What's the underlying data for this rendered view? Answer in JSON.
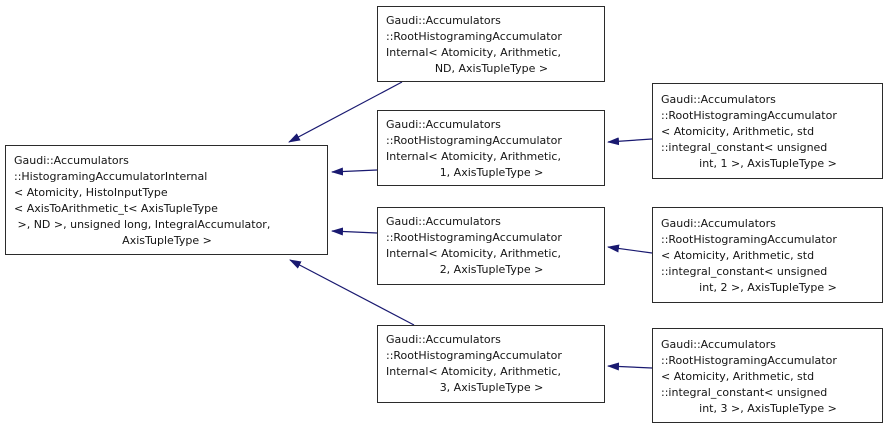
{
  "diagram": {
    "type": "class-inheritance-graph",
    "background_color": "#ffffff",
    "edge_color": "#191970",
    "node_border_color": "#2b2b2b",
    "node_fill_color": "#ffffff",
    "node_text_color": "#141414",
    "nodes": [
      {
        "id": "histograming-accumulator-internal-base",
        "lines": [
          "Gaudi::Accumulators",
          "::HistogramingAccumulatorInternal",
          "< Atomicity, HistoInputType",
          "< AxisToArithmetic_t< AxisTupleType",
          " >, ND >, unsigned long, IntegralAccumulator,",
          "AxisTupleType >"
        ]
      },
      {
        "id": "root-histograming-accumulator-internal-nd",
        "lines": [
          "Gaudi::Accumulators",
          "::RootHistogramingAccumulator",
          "Internal< Atomicity, Arithmetic,",
          "ND, AxisTupleType >"
        ]
      },
      {
        "id": "root-histograming-accumulator-internal-1",
        "lines": [
          "Gaudi::Accumulators",
          "::RootHistogramingAccumulator",
          "Internal< Atomicity, Arithmetic,",
          "1, AxisTupleType >"
        ]
      },
      {
        "id": "root-histograming-accumulator-internal-2",
        "lines": [
          "Gaudi::Accumulators",
          "::RootHistogramingAccumulator",
          "Internal< Atomicity, Arithmetic,",
          "2, AxisTupleType >"
        ]
      },
      {
        "id": "root-histograming-accumulator-internal-3",
        "lines": [
          "Gaudi::Accumulators",
          "::RootHistogramingAccumulator",
          "Internal< Atomicity, Arithmetic,",
          "3, AxisTupleType >"
        ]
      },
      {
        "id": "root-histograming-accumulator-1",
        "lines": [
          "Gaudi::Accumulators",
          "::RootHistogramingAccumulator",
          "< Atomicity, Arithmetic, std",
          "::integral_constant< unsigned",
          "int, 1 >, AxisTupleType >"
        ]
      },
      {
        "id": "root-histograming-accumulator-2",
        "lines": [
          "Gaudi::Accumulators",
          "::RootHistogramingAccumulator",
          "< Atomicity, Arithmetic, std",
          "::integral_constant< unsigned",
          "int, 2 >, AxisTupleType >"
        ]
      },
      {
        "id": "root-histograming-accumulator-3",
        "lines": [
          "Gaudi::Accumulators",
          "::RootHistogramingAccumulator",
          "< Atomicity, Arithmetic, std",
          "::integral_constant< unsigned",
          "int, 3 >, AxisTupleType >"
        ]
      }
    ],
    "edges": [
      {
        "from": "root-histograming-accumulator-internal-nd",
        "to": "histograming-accumulator-internal-base"
      },
      {
        "from": "root-histograming-accumulator-internal-1",
        "to": "histograming-accumulator-internal-base"
      },
      {
        "from": "root-histograming-accumulator-internal-2",
        "to": "histograming-accumulator-internal-base"
      },
      {
        "from": "root-histograming-accumulator-internal-3",
        "to": "histograming-accumulator-internal-base"
      },
      {
        "from": "root-histograming-accumulator-1",
        "to": "root-histograming-accumulator-internal-1"
      },
      {
        "from": "root-histograming-accumulator-2",
        "to": "root-histograming-accumulator-internal-2"
      },
      {
        "from": "root-histograming-accumulator-3",
        "to": "root-histograming-accumulator-internal-3"
      }
    ]
  }
}
